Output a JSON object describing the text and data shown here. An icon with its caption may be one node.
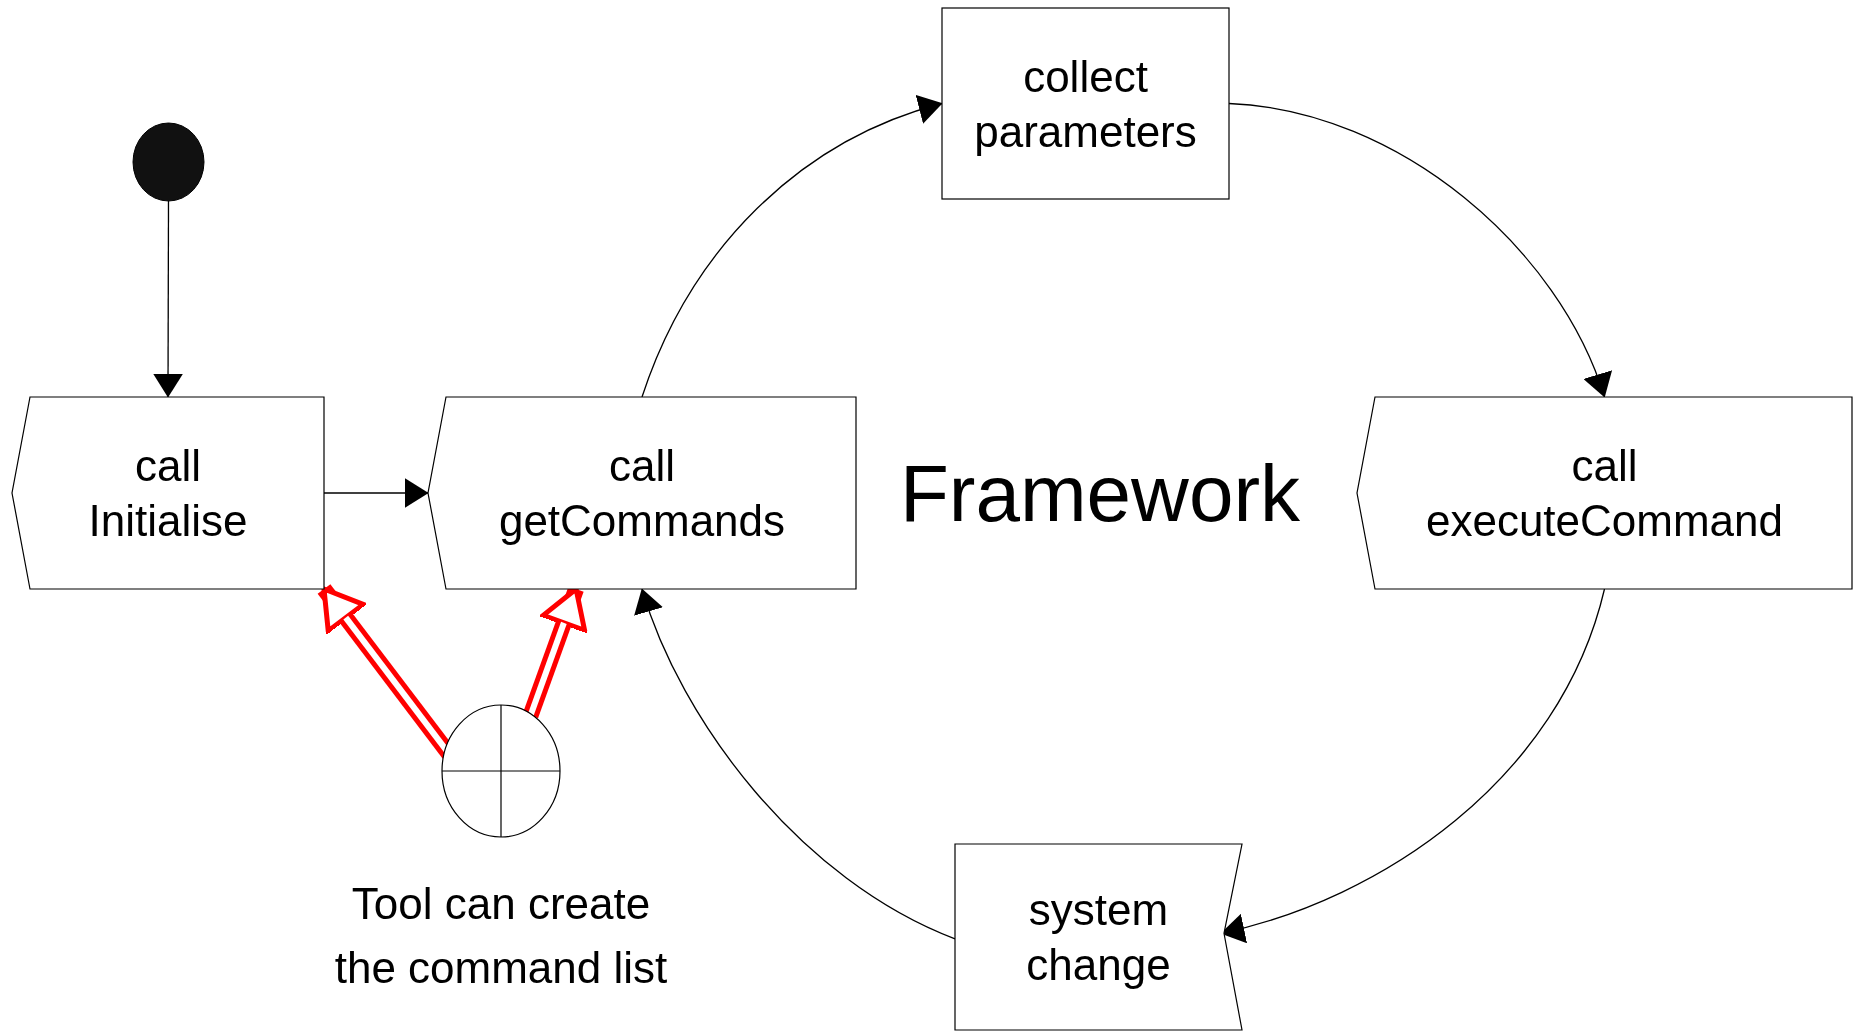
{
  "diagram": {
    "nodes": [
      {
        "text": [],
        "shape": "circle"
      },
      {
        "text": [
          "call Initialise"
        ]
      },
      {
        "text": [
          "call getCommands"
        ]
      },
      {
        "text": [
          "collect parameters"
        ]
      },
      {
        "text": [
          "call executeCommand"
        ]
      },
      {
        "text": [
          "system change"
        ]
      },
      {
        "text": [],
        "shape": "circle",
        "beside": [
          "Tool can create the command list"
        ]
      }
    ],
    "edges": [
      {
        "from": 0,
        "to": 1,
        "arrow": "to"
      },
      {
        "from": 1,
        "to": 2,
        "arrow": "to"
      },
      {
        "from": 2,
        "to": 3,
        "arrow": "to"
      },
      {
        "from": 3,
        "to": 4,
        "arrow": "to"
      },
      {
        "from": 4,
        "to": 5,
        "arrow": "to"
      },
      {
        "from": 5,
        "to": 2,
        "arrow": "to"
      },
      {
        "from": 6,
        "to": 1,
        "arrow": "to",
        "style": "thick",
        "color": "#ff0000"
      },
      {
        "from": 6,
        "to": 2,
        "arrow": "to",
        "style": "thick",
        "color": "#ff0000"
      }
    ],
    "labels": [
      "Framework"
    ]
  }
}
